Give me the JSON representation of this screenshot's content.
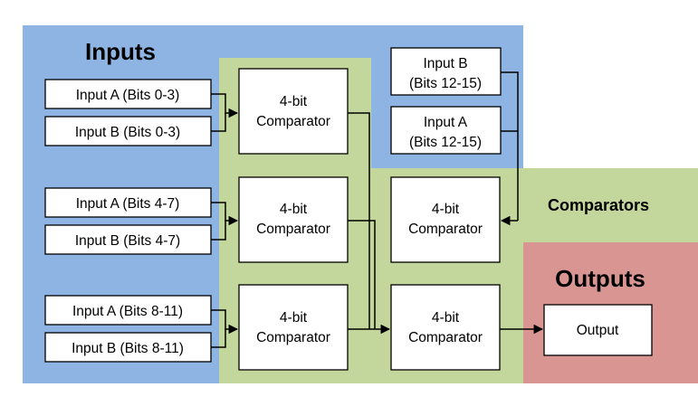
{
  "sections": {
    "inputs_title": "Inputs",
    "comparators_title": "Comparators",
    "outputs_title": "Outputs"
  },
  "colors": {
    "inputs_bg": "#8eb4e3",
    "comparators_bg": "#c3d69b",
    "outputs_bg": "#d99591"
  },
  "inputs": [
    "Input A (Bits 0-3)",
    "Input B (Bits 0-3)",
    "Input A (Bits 4-7)",
    "Input B (Bits 4-7)",
    "Input A (Bits 8-11)",
    "Input B (Bits 8-11)"
  ],
  "inputs_right": [
    [
      "Input B",
      "(Bits 12-15)"
    ],
    [
      "Input A",
      "(Bits 12-15)"
    ]
  ],
  "comparators": [
    [
      "4-bit",
      "Comparator"
    ],
    [
      "4-bit",
      "Comparator"
    ],
    [
      "4-bit",
      "Comparator"
    ],
    [
      "4-bit",
      "Comparator"
    ],
    [
      "4-bit",
      "Comparator"
    ]
  ],
  "output_label": "Output"
}
